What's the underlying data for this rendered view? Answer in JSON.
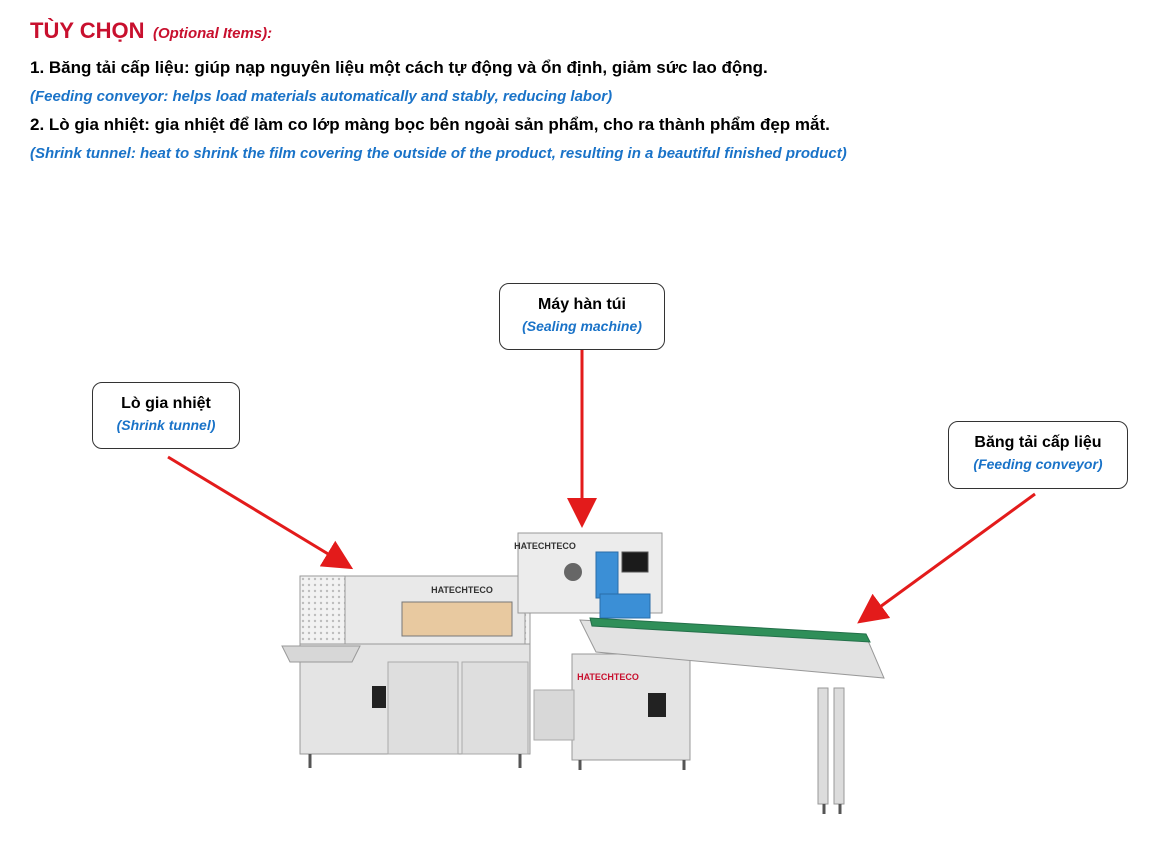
{
  "header": {
    "title": "TÙY CHỌN",
    "subtitle": "(Optional Items):"
  },
  "items": [
    {
      "vi": "1. Băng tải cấp liệu: giúp nạp nguyên liệu một cách tự động và ổn định, giảm sức lao động.",
      "en": "(Feeding conveyor: helps load materials automatically and stably, reducing labor)"
    },
    {
      "vi": "2. Lò gia nhiệt: gia nhiệt để làm co lớp màng bọc bên ngoài sản phẩm, cho ra thành phẩm đẹp mắt.",
      "en": "(Shrink tunnel: heat to shrink the film covering the outside of the product, resulting in a beautiful finished product)"
    }
  ],
  "callouts": {
    "sealing": {
      "vi": "Máy hàn túi",
      "en": "(Sealing machine)"
    },
    "shrink": {
      "vi": "Lò gia nhiệt",
      "en": "(Shrink tunnel)"
    },
    "feeding": {
      "vi": "Băng tải cấp liệu",
      "en": "(Feeding conveyor)"
    }
  },
  "machine": {
    "brand": "HATECHTECO"
  },
  "colors": {
    "title_red": "#c8102e",
    "english_blue": "#1a73c8",
    "arrow_red": "#e31b1b",
    "machine_body": "#e6e6e6"
  }
}
